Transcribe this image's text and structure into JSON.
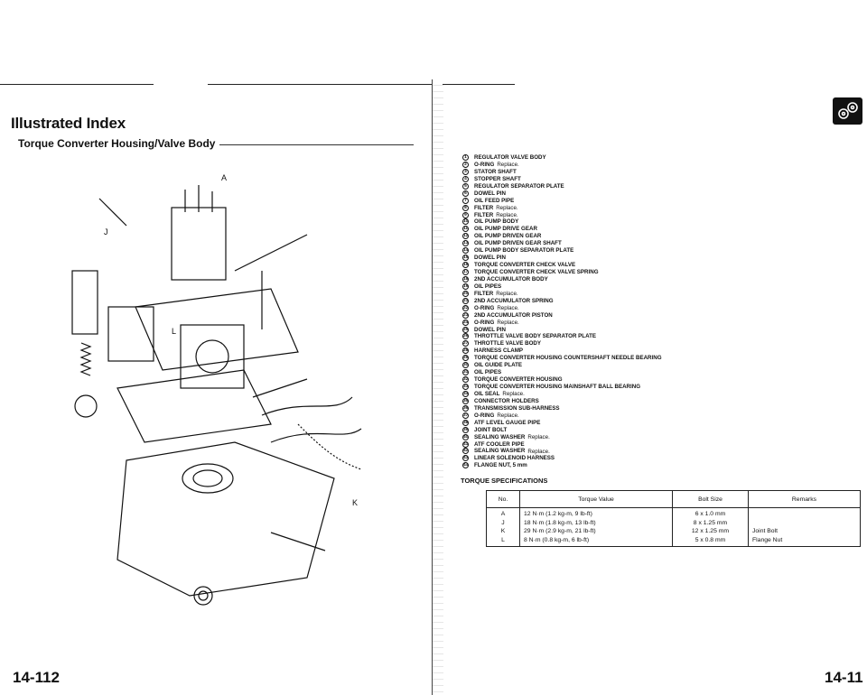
{
  "header": {
    "title": "Illustrated Index",
    "subtitle": "Torque Converter Housing/Valve Body"
  },
  "page_numbers": {
    "left": "14-112",
    "right": "14-11"
  },
  "colors": {
    "ink": "#111111",
    "paper": "#ffffff"
  },
  "icons": {
    "section": "transmission-gears-icon",
    "diagram": "exploded-view-diagram"
  },
  "diagram_labels": [
    "A",
    "J",
    "K",
    "L"
  ],
  "parts": [
    {
      "no": "1",
      "name": "REGULATOR VALVE BODY",
      "note": ""
    },
    {
      "no": "2",
      "name": "O-RING",
      "note": "Replace."
    },
    {
      "no": "3",
      "name": "STATOR SHAFT",
      "note": ""
    },
    {
      "no": "4",
      "name": "STOPPER SHAFT",
      "note": ""
    },
    {
      "no": "5",
      "name": "REGULATOR SEPARATOR PLATE",
      "note": ""
    },
    {
      "no": "6",
      "name": "DOWEL PIN",
      "note": ""
    },
    {
      "no": "7",
      "name": "OIL FEED PIPE",
      "note": ""
    },
    {
      "no": "8",
      "name": "FILTER",
      "note": "Replace."
    },
    {
      "no": "9",
      "name": "FILTER",
      "note": "Replace."
    },
    {
      "no": "10",
      "name": "OIL PUMP BODY",
      "note": ""
    },
    {
      "no": "11",
      "name": "OIL PUMP DRIVE GEAR",
      "note": ""
    },
    {
      "no": "12",
      "name": "OIL PUMP DRIVEN GEAR",
      "note": ""
    },
    {
      "no": "13",
      "name": "OIL PUMP DRIVEN GEAR SHAFT",
      "note": ""
    },
    {
      "no": "14",
      "name": "OIL PUMP BODY SEPARATOR PLATE",
      "note": ""
    },
    {
      "no": "15",
      "name": "DOWEL PIN",
      "note": ""
    },
    {
      "no": "16",
      "name": "TORQUE CONVERTER CHECK VALVE",
      "note": ""
    },
    {
      "no": "17",
      "name": "TORQUE CONVERTER CHECK VALVE SPRING",
      "note": ""
    },
    {
      "no": "18",
      "name": "2ND ACCUMULATOR BODY",
      "note": ""
    },
    {
      "no": "19",
      "name": "OIL PIPES",
      "note": ""
    },
    {
      "no": "20",
      "name": "FILTER",
      "note": "Replace."
    },
    {
      "no": "21",
      "name": "2ND ACCUMULATOR SPRING",
      "note": ""
    },
    {
      "no": "22",
      "name": "O-RING",
      "note": "Replace."
    },
    {
      "no": "23",
      "name": "2ND ACCUMULATOR PISTON",
      "note": ""
    },
    {
      "no": "24",
      "name": "O-RING",
      "note": "Replace."
    },
    {
      "no": "25",
      "name": "DOWEL PIN",
      "note": ""
    },
    {
      "no": "26",
      "name": "THROTTLE VALVE BODY SEPARATOR PLATE",
      "note": ""
    },
    {
      "no": "27",
      "name": "THROTTLE VALVE BODY",
      "note": ""
    },
    {
      "no": "28",
      "name": "HARNESS CLAMP",
      "note": ""
    },
    {
      "no": "29",
      "name": "TORQUE CONVERTER HOUSING COUNTERSHAFT NEEDLE BEARING",
      "note": ""
    },
    {
      "no": "30",
      "name": "OIL GUIDE PLATE",
      "note": ""
    },
    {
      "no": "31",
      "name": "OIL PIPES",
      "note": ""
    },
    {
      "no": "32",
      "name": "TORQUE CONVERTER HOUSING",
      "note": ""
    },
    {
      "no": "33",
      "name": "TORQUE CONVERTER HOUSING MAINSHAFT BALL BEARING",
      "note": ""
    },
    {
      "no": "34",
      "name": "OIL SEAL",
      "note": "Replace."
    },
    {
      "no": "35",
      "name": "CONNECTOR HOLDERS",
      "note": ""
    },
    {
      "no": "36",
      "name": "TRANSMISSION SUB-HARNESS",
      "note": ""
    },
    {
      "no": "37",
      "name": "O-RING",
      "note": "Replace."
    },
    {
      "no": "38",
      "name": "ATF LEVEL GAUGE PIPE",
      "note": ""
    },
    {
      "no": "39",
      "name": "JOINT BOLT",
      "note": ""
    },
    {
      "no": "40",
      "name": "SEALING WASHER",
      "note": "Replace."
    },
    {
      "no": "41",
      "name": "ATF COOLER PIPE",
      "note": ""
    },
    {
      "no": "42",
      "name": "SEALING WASHER",
      "note": "Replace."
    },
    {
      "no": "43",
      "name": "LINEAR SOLENOID HARNESS",
      "note": ""
    },
    {
      "no": "44",
      "name": "FLANGE NUT, 5 mm",
      "note": ""
    }
  ],
  "torque_specs": {
    "title": "TORQUE SPECIFICATIONS",
    "columns": [
      "No.",
      "Torque Value",
      "Bolt Size",
      "Remarks"
    ],
    "rows": [
      {
        "no": "A",
        "torque": "12 N·m (1.2 kg-m, 9 lb-ft)",
        "bolt": "6 x 1.0   mm",
        "remarks": ""
      },
      {
        "no": "J",
        "torque": "18 N·m (1.8 kg-m, 13 lb-ft)",
        "bolt": "8 x 1.25 mm",
        "remarks": ""
      },
      {
        "no": "K",
        "torque": "29 N·m (2.9 kg-m, 21 lb-ft)",
        "bolt": "12 x 1.25 mm",
        "remarks": "Joint Bolt"
      },
      {
        "no": "L",
        "torque": "8 N·m (0.8 kg-m, 6 lb-ft)",
        "bolt": "5 x 0.8   mm",
        "remarks": "Flange Nut"
      }
    ]
  }
}
